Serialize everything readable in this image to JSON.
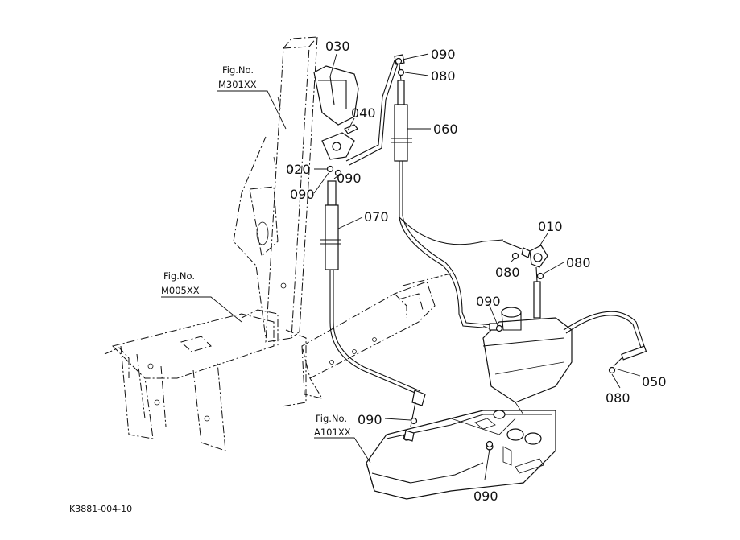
{
  "part_labels": {
    "p010": "010",
    "p020": "020",
    "p030": "030",
    "p040": "040",
    "p050": "050",
    "p060": "060",
    "p070": "070",
    "p080_a": "080",
    "p080_b": "080",
    "p080_c": "080",
    "p080_d": "080",
    "p090_a": "090",
    "p090_b": "090",
    "p090_c": "090",
    "p090_d": "090",
    "p090_e": "090",
    "p090_f": "090"
  },
  "figure_refs": {
    "m301": {
      "title": "Fig.No.",
      "code": "M301XX"
    },
    "m005": {
      "title": "Fig.No.",
      "code": "M005XX"
    },
    "a101": {
      "title": "Fig.No.",
      "code": "A101XX"
    }
  },
  "document_code": "K3881-004-10"
}
